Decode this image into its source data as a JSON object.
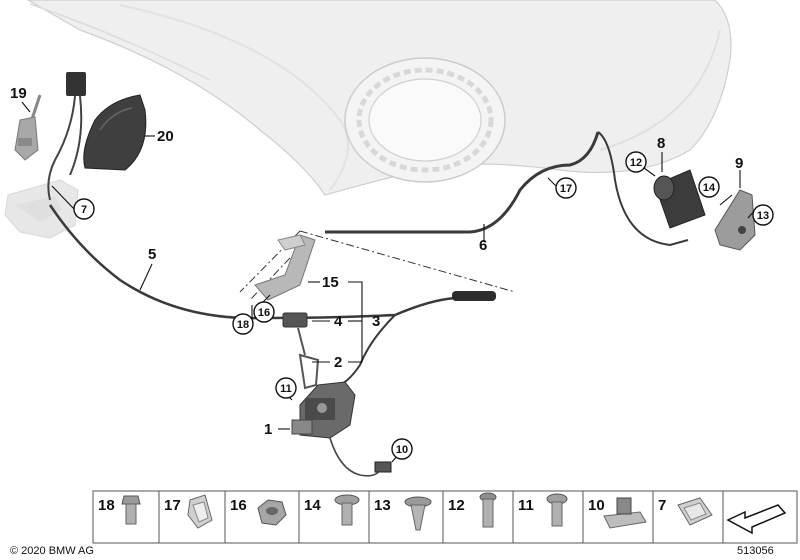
{
  "diagram": {
    "part_callouts": [
      {
        "id": "p1",
        "text": "1"
      },
      {
        "id": "p2",
        "text": "2"
      },
      {
        "id": "p3",
        "text": "3"
      },
      {
        "id": "p4",
        "text": "4"
      },
      {
        "id": "p5",
        "text": "5"
      },
      {
        "id": "p6",
        "text": "6"
      },
      {
        "id": "p8",
        "text": "8"
      },
      {
        "id": "p9",
        "text": "9"
      },
      {
        "id": "p15",
        "text": "15"
      },
      {
        "id": "p19",
        "text": "19"
      },
      {
        "id": "p20",
        "text": "20"
      }
    ],
    "circled_callouts": [
      {
        "id": "c7",
        "text": "7"
      },
      {
        "id": "c10",
        "text": "10"
      },
      {
        "id": "c11",
        "text": "11"
      },
      {
        "id": "c12",
        "text": "12"
      },
      {
        "id": "c13",
        "text": "13"
      },
      {
        "id": "c14",
        "text": "14"
      },
      {
        "id": "c16",
        "text": "16"
      },
      {
        "id": "c17",
        "text": "17"
      },
      {
        "id": "c18",
        "text": "18"
      }
    ],
    "legend_items": [
      "18",
      "17",
      "16",
      "14",
      "13",
      "12",
      "11",
      "10",
      "7"
    ],
    "copyright": "© 2020 BMW AG",
    "diagram_number": "513056"
  }
}
